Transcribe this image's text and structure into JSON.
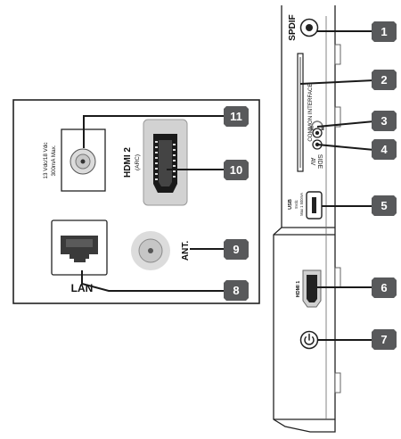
{
  "left_panel": {
    "dc_power": {
      "line1": "13 Vdc/18 Vdc",
      "line2": "300mA Max."
    },
    "hdmi2": {
      "label": "HDMI 2",
      "sublabel": "(ARC)"
    },
    "lan_label": "LAN",
    "antenna_label": "ANT."
  },
  "right_panel": {
    "spdif_label": "SPDIF",
    "common_interface_label": "COMMON INTERFACE",
    "side_av_label1": "SIDE",
    "side_av_label2": "AV",
    "usb_label": "USB",
    "usb_spec1": "5Vdc",
    "usb_spec2": "Max 1 500mA",
    "hdmi1_label": "HDMI 1"
  },
  "callouts": [
    "1",
    "2",
    "3",
    "4",
    "5",
    "6",
    "7",
    "8",
    "9",
    "10",
    "11"
  ],
  "colors": {
    "badge": "#58595b",
    "line": "#1a1a1a",
    "panel_stroke": "#222222",
    "port_gray": "#d9d9d9"
  },
  "icons": [
    "headphone-icon",
    "power-icon",
    "usb-icon",
    "ethernet-icon",
    "coax-icon",
    "hdmi-icon"
  ]
}
